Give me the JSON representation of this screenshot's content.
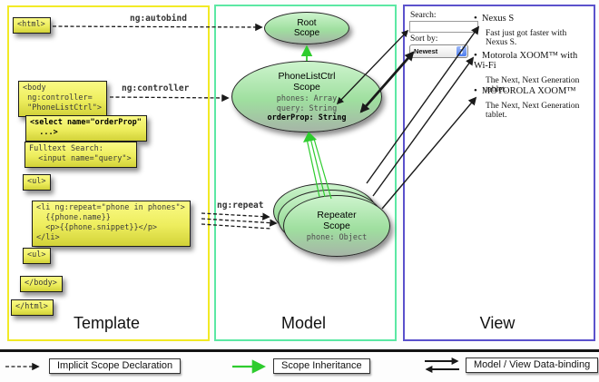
{
  "columns": {
    "template": {
      "title": "Template"
    },
    "model": {
      "title": "Model"
    },
    "view": {
      "title": "View"
    }
  },
  "template_code": {
    "html_open": "<html>",
    "body_open": "<body\n ng:controller=\n \"PhoneListCtrl\">",
    "select": "<select name=\"orderProp\"\n  ...>",
    "fulltext": "Fulltext Search:\n  <input name=\"query\">",
    "ul_open": "<ul>",
    "li_repeat": "<li ng:repeat=\"phone in phones\">\n  {{phone.name}}\n  <p>{{phone.snippet}}</p>\n</li>",
    "ul_close": "<ul>",
    "body_close": "</body>",
    "html_close": "</html>"
  },
  "annotations": {
    "autobind": "ng:autobind",
    "controller": "ng:controller",
    "repeat": "ng:repeat"
  },
  "scopes": {
    "root": {
      "title": "Root\nScope"
    },
    "phonelist": {
      "title": "PhoneListCtrl\nScope",
      "props": "phones: Array\nquery: String",
      "bold_prop": "orderProp: String"
    },
    "repeater": {
      "title": "Repeater\nScope",
      "prop": "phone: Object"
    }
  },
  "view": {
    "search_label": "Search:",
    "sort_label": "Sort by:",
    "sort_value": "Newest",
    "items": [
      {
        "name": "Nexus S",
        "snippet": "Fast just got faster with Nexus S."
      },
      {
        "name": "Motorola XOOM™ with Wi-Fi",
        "snippet": "The Next, Next Generation tablet."
      },
      {
        "name": "MOTOROLA XOOM™",
        "snippet": "The Next, Next Generation tablet."
      }
    ]
  },
  "legend": {
    "implicit": "Implicit Scope Declaration",
    "inheritance": "Scope Inheritance",
    "databinding": "Model / View Data-binding"
  },
  "colors": {
    "template_border": "#f2ea25",
    "model_border": "#5ce8a4",
    "view_border": "#5b52cc",
    "codebox_fill": "#eded5d",
    "scope_fill": "#9fdf9f",
    "inheritance_arrow": "#2ecc2e",
    "arrow_black": "#1a1a1a"
  }
}
